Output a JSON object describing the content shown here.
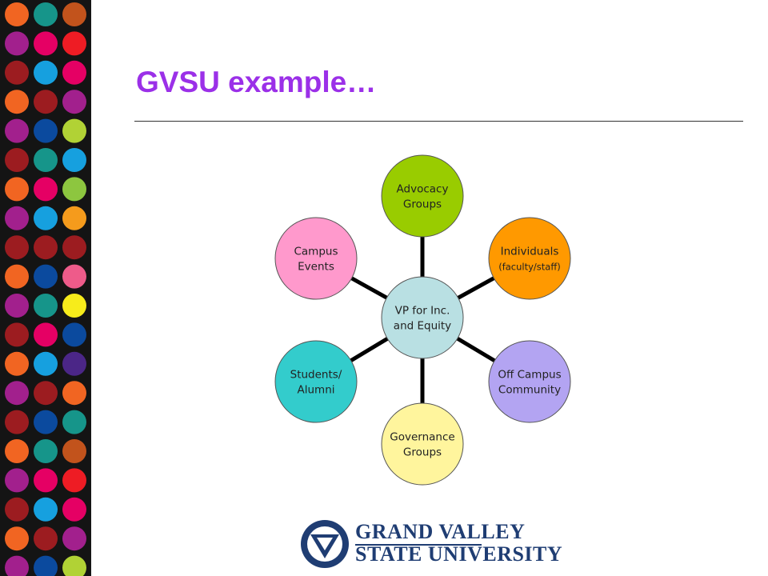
{
  "slide": {
    "title": "GVSU example…"
  },
  "colors": {
    "title": "#9b30e8",
    "sidebar_bg": "#141414",
    "hub": "#b9e0e3",
    "connector": "#000000",
    "logo": "#1f3d73"
  },
  "sidebar_palette": [
    "#f16522",
    "#0b4a9e",
    "#ee5b8a",
    "#f59b1c",
    "#16a0df",
    "#a2208d",
    "#ee1c24",
    "#16958a",
    "#4b2687",
    "#f7ec1b",
    "#9c1c20",
    "#8dc63f",
    "#b1d235",
    "#e50064",
    "#c2531c"
  ],
  "diagram": {
    "hub": {
      "label_lines": [
        "VP for Inc.",
        "and Equity"
      ],
      "color": "#b9e0e3"
    },
    "nodes": [
      {
        "id": "advocacy",
        "label_lines": [
          "Advocacy",
          "Groups"
        ],
        "color": "#99cc00"
      },
      {
        "id": "individuals",
        "label_lines": [
          "Individuals",
          "(faculty/staff)"
        ],
        "color": "#ff9900"
      },
      {
        "id": "off-campus",
        "label_lines": [
          "Off Campus",
          "Community"
        ],
        "color": "#b3a4f2"
      },
      {
        "id": "governance",
        "label_lines": [
          "Governance",
          "Groups"
        ],
        "color": "#fff59d"
      },
      {
        "id": "students",
        "label_lines": [
          "Students/",
          "Alumni"
        ],
        "color": "#33cccc"
      },
      {
        "id": "campus-events",
        "label_lines": [
          "Campus",
          "Events"
        ],
        "color": "#ff99cc"
      }
    ]
  },
  "logo": {
    "line1": "GRAND VALLEY",
    "line2": "STATE UNIVERSITY",
    "mark_icon": "gvsu-v-shield-icon"
  }
}
